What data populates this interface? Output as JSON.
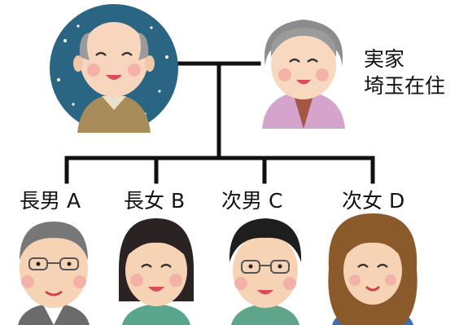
{
  "parents": {
    "note_line1": "実家",
    "note_line2": "埼玉在住"
  },
  "children": [
    {
      "label": "長男 A"
    },
    {
      "label": "長女 B"
    },
    {
      "label": "次男 C"
    },
    {
      "label": "次女 D"
    }
  ]
}
